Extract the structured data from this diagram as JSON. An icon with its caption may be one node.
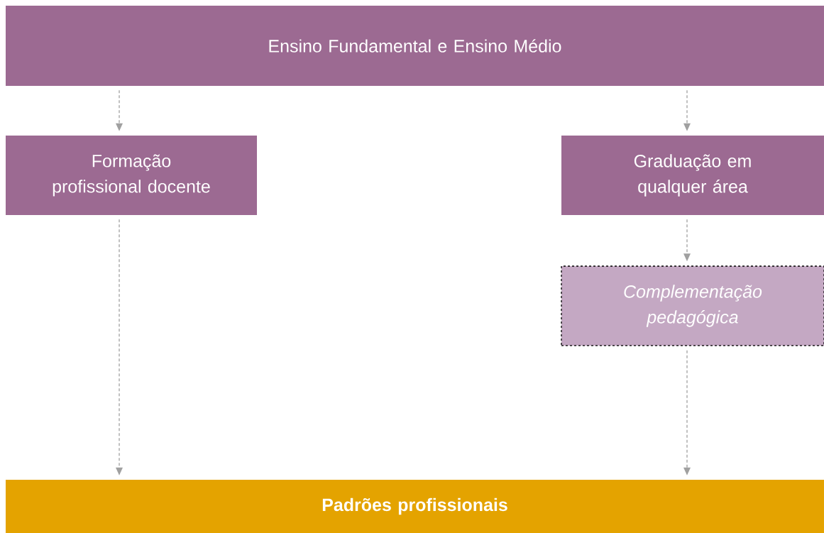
{
  "diagram": {
    "nodes": [
      {
        "text": [
          "Ensino Fundamental e Ensino Médio"
        ]
      },
      {
        "text": [
          "Formação profissional docente"
        ]
      },
      {
        "text": [
          "Graduação em qualquer área"
        ]
      },
      {
        "text": [
          "Complementação pedagógica"
        ]
      },
      {
        "text": [
          "Padrões profissionais"
        ]
      }
    ],
    "edges": [
      {
        "from": 0,
        "to": 1,
        "arrow": "to",
        "style": "dashed"
      },
      {
        "from": 0,
        "to": 2,
        "arrow": "to",
        "style": "dashed"
      },
      {
        "from": 2,
        "to": 3,
        "arrow": "to",
        "style": "dashed"
      },
      {
        "from": 1,
        "to": 4,
        "arrow": "to",
        "style": "dashed"
      },
      {
        "from": 3,
        "to": 4,
        "arrow": "to",
        "style": "dashed"
      }
    ]
  }
}
